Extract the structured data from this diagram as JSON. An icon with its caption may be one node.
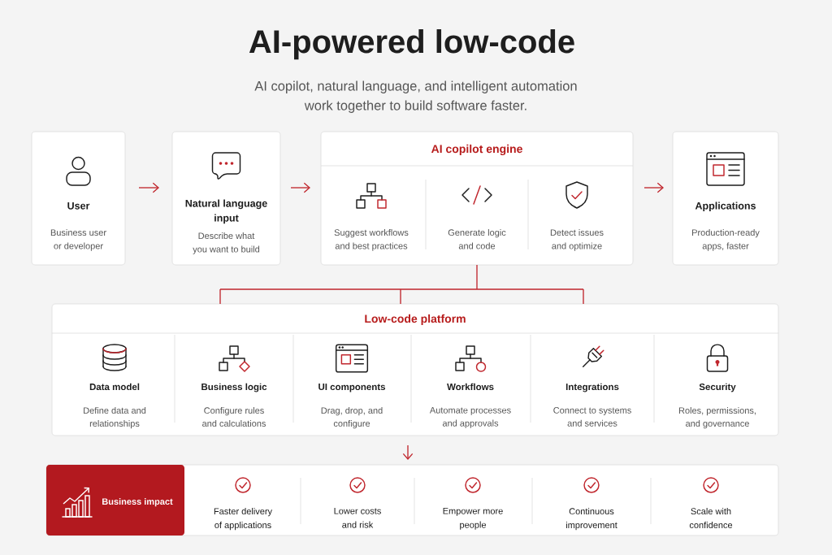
{
  "diagram": {
    "title": "AI-powered low-code",
    "nodes": [
      {
        "text": [
          "User",
          "Business user or developer"
        ]
      },
      {
        "text": [
          "Natural language input",
          "Describe what you want to build"
        ]
      },
      {
        "text": [
          "AI copilot engine"
        ]
      },
      {
        "text": [
          "Suggest workflows and best practices"
        ],
        "in": 2
      },
      {
        "text": [
          "Generate logic and code"
        ],
        "in": 2
      },
      {
        "text": [
          "Detect issues and optimize"
        ],
        "in": 2
      },
      {
        "text": [
          "Applications",
          "Production-ready apps, faster"
        ]
      },
      {
        "text": [
          "Low-code platform"
        ]
      },
      {
        "text": [
          "Data model",
          "Define data and relationships"
        ],
        "in": 7
      },
      {
        "text": [
          "Business logic",
          "Configure rules and calculations"
        ],
        "in": 7
      },
      {
        "text": [
          "UI components",
          "Drag, drop, and configure"
        ],
        "in": 7
      },
      {
        "text": [
          "Workflows",
          "Automate processes and approvals"
        ],
        "in": 7
      },
      {
        "text": [
          "Integrations",
          "Connect to systems and services"
        ],
        "in": 7
      },
      {
        "text": [
          "Security",
          "Roles, permissions, and governance"
        ],
        "in": 7
      },
      {
        "text": [
          "Business impact"
        ]
      },
      {
        "text": [
          "Faster delivery of applications"
        ],
        "in": 14
      },
      {
        "text": [
          "Lower costs and risk"
        ],
        "in": 14
      },
      {
        "text": [
          "Empower more people"
        ],
        "in": 14
      },
      {
        "text": [
          "Continuous improvement"
        ],
        "in": 14
      },
      {
        "text": [
          "Scale with confidence"
        ],
        "in": 14
      }
    ],
    "edges": [
      {
        "from": 0,
        "to": 1,
        "arrow": "to"
      },
      {
        "from": 1,
        "to": 2,
        "arrow": "to"
      },
      {
        "from": 2,
        "to": 6,
        "arrow": "to"
      },
      {
        "from": 2,
        "to": 7,
        "arrow": "none"
      },
      {
        "from": 7,
        "to": 14,
        "arrow": "to"
      }
    ],
    "labels": [
      "AI copilot, natural language, and intelligent automation work together to build software faster."
    ]
  }
}
